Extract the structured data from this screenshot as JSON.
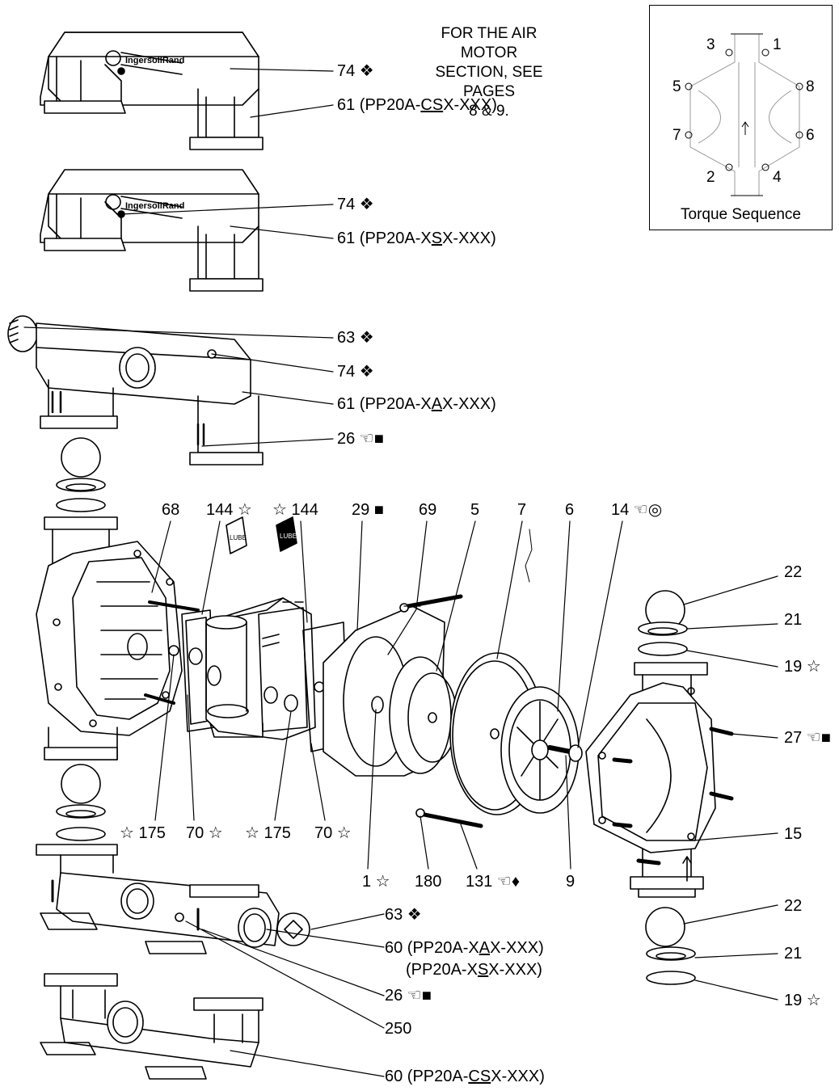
{
  "note": {
    "line1": "FOR THE AIR MOTOR",
    "line2": "SECTION, SEE PAGES",
    "line3": "8 & 9."
  },
  "torque": {
    "caption": "Torque Sequence",
    "numbers": [
      "3",
      "1",
      "5",
      "8",
      "7",
      "6",
      "2",
      "4"
    ]
  },
  "labels": {
    "l74a": "74 ❖",
    "l61a_pre": "61 (PP20A-",
    "l61a_u": "CS",
    "l61a_post": "X-XXX)",
    "l74b": "74 ❖",
    "l61b_pre": "61 (PP20A-X",
    "l61b_u": "S",
    "l61b_post": "X-XXX)",
    "l63a": "63 ❖",
    "l74c": "74 ❖",
    "l61c_pre": "61 (PP20A-X",
    "l61c_u": "A",
    "l61c_post": "X-XXX)",
    "l26a": "26 ☜■",
    "l68": "68",
    "l144a": "144 ☆",
    "l144b": "☆ 144",
    "l29": "29 ■",
    "l69": "69",
    "l5": "5",
    "l7": "7",
    "l6": "6",
    "l14": "14 ☜◎",
    "l22a": "22",
    "l21a": "21",
    "l19a": "19 ☆",
    "l27": "27 ☜■",
    "l15": "15",
    "l175a": "☆ 175",
    "l70a": "70 ☆",
    "l175b": "☆ 175",
    "l70b": "70 ☆",
    "l1": "1 ☆",
    "l180": "180",
    "l131": "131 ☜♦",
    "l9": "9",
    "l63b": "63 ❖",
    "l60a_pre": "60 (PP20A-X",
    "l60a_u": "A",
    "l60a_post": "X-XXX)",
    "l60b_pre": "(PP20A-X",
    "l60b_u": "S",
    "l60b_post": "X-XXX)",
    "l26b": "26 ☜■",
    "l250": "250",
    "l22b": "22",
    "l21b": "21",
    "l19b": "19 ☆",
    "l60c_pre": "60 (PP20A-",
    "l60c_u": "CS",
    "l60c_post": "X-XXX)"
  }
}
